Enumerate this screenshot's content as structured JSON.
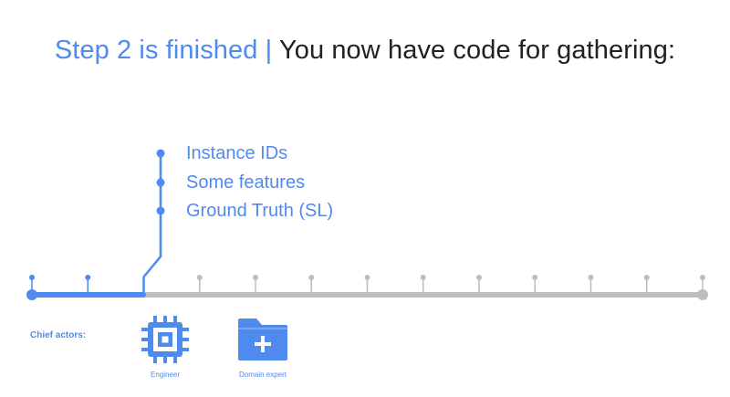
{
  "title": {
    "step_text": "Step 2 is finished",
    "separator": "|",
    "description": "You now have code for gathering:"
  },
  "milestones": [
    "Instance IDs",
    "Some features",
    "Ground Truth (SL)"
  ],
  "timeline": {
    "tick_count": 13,
    "completed_ticks": 3,
    "colors": {
      "completed": "#4f8aef",
      "pending": "#bdbdbd"
    }
  },
  "actors": {
    "label": "Chief actors:",
    "items": [
      {
        "name": "Engineer",
        "icon": "chip-icon"
      },
      {
        "name": "Domain expert",
        "icon": "folder-plus-icon"
      }
    ]
  }
}
